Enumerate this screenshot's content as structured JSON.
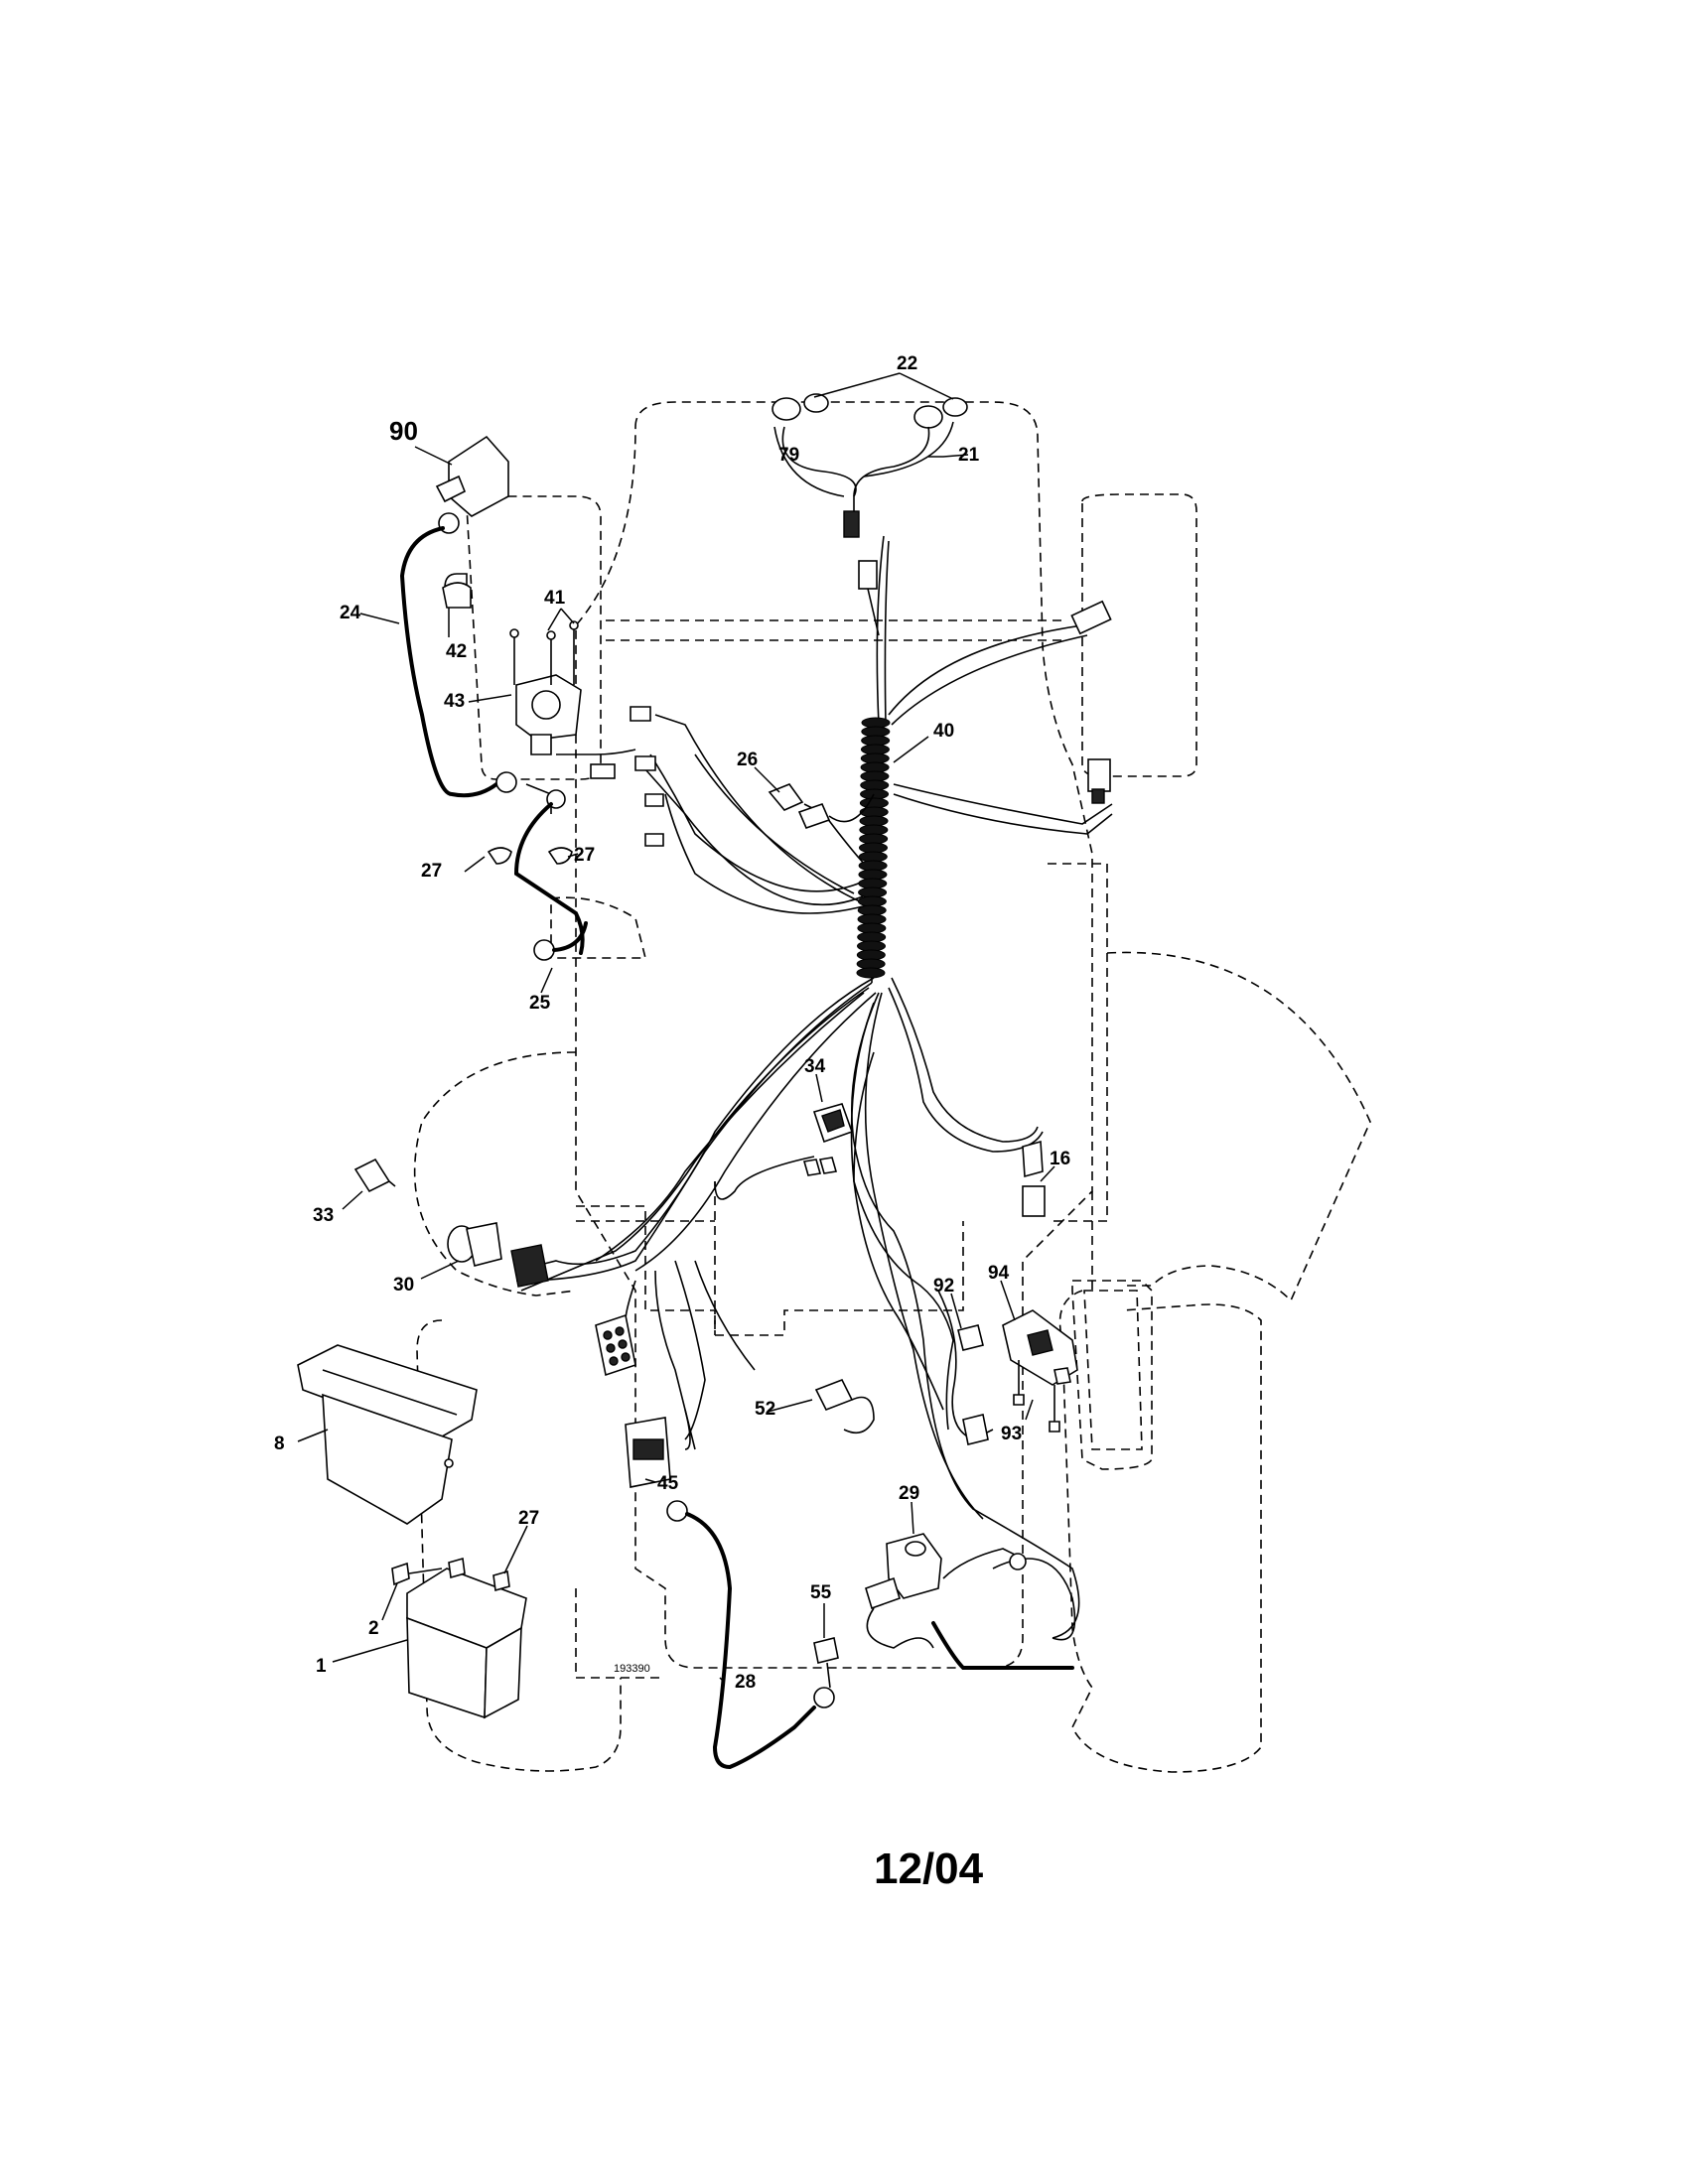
{
  "callouts": {
    "c1": "1",
    "c2": "2",
    "c8": "8",
    "c16": "16",
    "c21": "21",
    "c22": "22",
    "c24": "24",
    "c25": "25",
    "c26": "26",
    "c27a": "27",
    "c27b": "27",
    "c27c": "27",
    "c28": "28",
    "c29": "29",
    "c30": "30",
    "c33": "33",
    "c34": "34",
    "c40": "40",
    "c41": "41",
    "c42": "42",
    "c43": "43",
    "c45": "45",
    "c52": "52",
    "c55": "55",
    "c79": "79",
    "c90": "90",
    "c92": "92",
    "c93": "93",
    "c94": "94"
  },
  "drawing_code": "193390",
  "date": "12/04"
}
